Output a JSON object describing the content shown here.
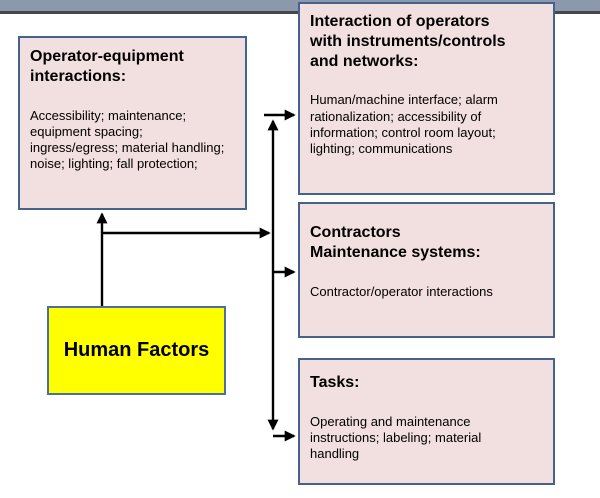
{
  "colors": {
    "bar": "#8C99AC",
    "bar_line": "#45474F",
    "box_fill": "#F2DFDF",
    "box_border": "#44628C",
    "hub_fill": "#FFFF00",
    "hub_border": "#4F6E9E",
    "arrow": "#000000"
  },
  "hub": {
    "label": "Human Factors"
  },
  "boxes": {
    "operator_equipment": {
      "title": "Operator-equipment\ninteractions:",
      "body": "Accessibility; maintenance;\nequipment spacing;\ningress/egress; material handling;\nnoise; lighting; fall protection;"
    },
    "instruments_controls": {
      "title": "Interaction of operators\nwith instruments/controls\nand networks:",
      "body": "Human/machine interface; alarm\nrationalization; accessibility of\ninformation; control room layout;\nlighting; communications"
    },
    "contractors_maintenance": {
      "title": "Contractors\nMaintenance systems:",
      "body": "Contractor/operator interactions"
    },
    "tasks": {
      "title": "Tasks:",
      "body": "Operating and maintenance\ninstructions; labeling; material\nhandling"
    }
  }
}
